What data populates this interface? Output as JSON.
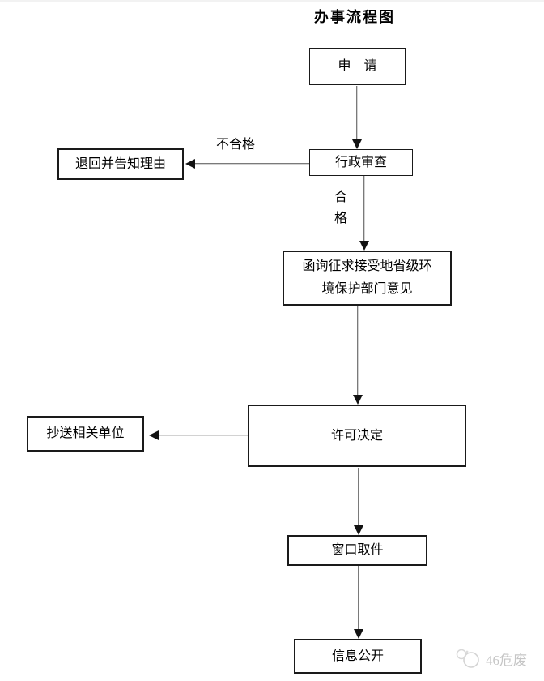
{
  "title": "办事流程图",
  "flowchart": {
    "nodes": [
      {
        "id": "apply",
        "label": "申　请"
      },
      {
        "id": "review",
        "label": "行政审查"
      },
      {
        "id": "return",
        "label": "退回并告知理由"
      },
      {
        "id": "consult",
        "label": "函询征求接受地省级环\n境保护部门意见"
      },
      {
        "id": "decision",
        "label": "许可决定"
      },
      {
        "id": "copy",
        "label": "抄送相关单位"
      },
      {
        "id": "pickup",
        "label": "窗口取件"
      },
      {
        "id": "publish",
        "label": "信息公开"
      }
    ],
    "edge_labels": {
      "unqualified": "不合格",
      "qualified": "合格"
    },
    "colors": {
      "box_border": "#1a1a1a",
      "line": "#4f4f4f",
      "arrowhead": "#121212",
      "background": "#ffffff"
    }
  },
  "watermark": {
    "text": "46危废",
    "logo": "bubbles-brand-logo-icon",
    "color": "#c6c6c6"
  }
}
